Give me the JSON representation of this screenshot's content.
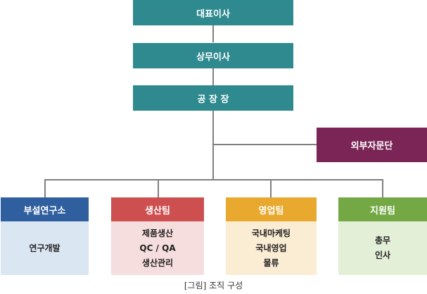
{
  "top": {
    "ceo": "대표이사",
    "md": "상무이사",
    "plant": "공 장 장",
    "advisory": "외부자문단"
  },
  "departments": [
    {
      "name": "부설연구소",
      "color": "#2f5f9e",
      "body_bg": "#dbe6f3",
      "items": [
        "연구개발"
      ]
    },
    {
      "name": "생산팀",
      "color": "#cd4f4f",
      "body_bg": "#f7dede",
      "items": [
        "제품생산",
        "QC / QA",
        "생산관리"
      ]
    },
    {
      "name": "영업팀",
      "color": "#e8a92e",
      "body_bg": "#fbedd3",
      "items": [
        "국내마케팅",
        "국내영업",
        "물류"
      ]
    },
    {
      "name": "지원팀",
      "color": "#73a845",
      "body_bg": "#e4efd8",
      "items": [
        "총무",
        "인사"
      ]
    }
  ],
  "caption": "[그림] 조직 구성"
}
